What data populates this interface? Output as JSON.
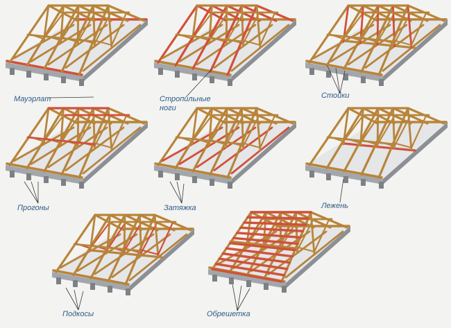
{
  "diagrams": [
    {
      "id": "mauerlat",
      "label": "Мауэрлат",
      "highlight": "mauerlat"
    },
    {
      "id": "rafters",
      "label_lines": [
        "Стропильные",
        "ноги"
      ],
      "highlight": "rafters"
    },
    {
      "id": "posts",
      "label": "Стойки",
      "highlight": "posts"
    },
    {
      "id": "purlins",
      "label": "Прогоны",
      "highlight": "purlins"
    },
    {
      "id": "ties",
      "label": "Затяжка",
      "highlight": "ties"
    },
    {
      "id": "sill",
      "label": "Лежень",
      "highlight": "sill"
    },
    {
      "id": "struts",
      "label": "Подкосы",
      "highlight": "struts"
    },
    {
      "id": "battens",
      "label": "Обрешетка",
      "highlight": "battens"
    }
  ],
  "colors": {
    "background": "#f3f3f1",
    "wall_top": "#e4e6e8",
    "wall_side": "#9ea2a6",
    "wood": "#b8843a",
    "wood_dark": "#6f4a1c",
    "highlight": "#d2503a",
    "label": "#2f5a86"
  }
}
